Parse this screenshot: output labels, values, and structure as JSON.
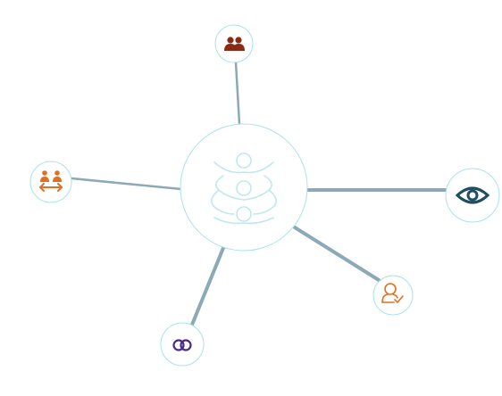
{
  "colors": {
    "link": "#8ba9b6",
    "ring": "#a9e3ea",
    "center_icon": "#bfe8ee",
    "group_icon": "#8b2a12",
    "exchange_icon": "#e0701f",
    "eye_icon": "#1f4e5f",
    "person_check_icon": "#e0701f",
    "rings_icon": "#4b2a8c"
  },
  "nodes": [
    {
      "id": "center",
      "icon": "unity-people-icon"
    },
    {
      "id": "group",
      "icon": "group-icon"
    },
    {
      "id": "exchange",
      "icon": "people-exchange-icon"
    },
    {
      "id": "visibility",
      "icon": "eye-icon"
    },
    {
      "id": "person-check",
      "icon": "person-check-icon"
    },
    {
      "id": "rings",
      "icon": "interlocking-rings-icon"
    }
  ]
}
